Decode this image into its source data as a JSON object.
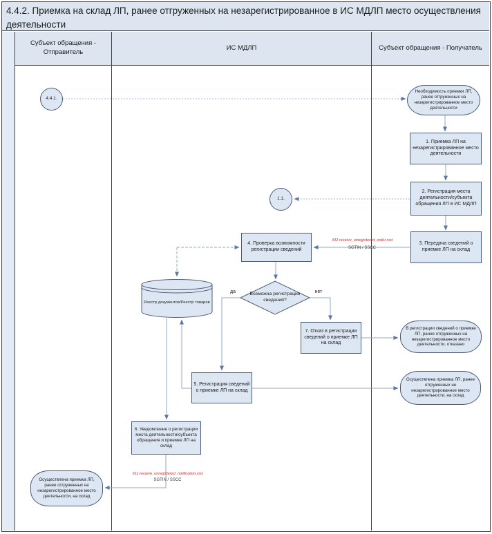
{
  "title": "4.4.2. Приемка на склад ЛП, ранее отгруженных на незарегистрированное в ИС МДЛП место осуществления деятельности",
  "lanes": {
    "sender": "Субъект обращения - Отправитель",
    "system": "ИС МДЛП",
    "receiver": "Субъект обращения - Получатель"
  },
  "nodes": {
    "ref_441": "4.4.1.",
    "ref_11": "1.1.",
    "need_accept": "Необходимость приемки ЛП, ранее отгруженных на незарегистрированное место деятельности",
    "step1": "1. Приемка ЛП на незарегистрированное место деятельности",
    "step2": "2. Регистрация места деятельности/субъекта обращения ЛП в ИС МДЛП",
    "step3": "3. Передача сведений о приемке ЛП на склад",
    "step4": "4. Проверка возможности регистрации сведений",
    "decision": "Возможна регистрация сведений?",
    "decision_yes": "да",
    "decision_no": "нет",
    "step5": "5. Регистрация сведений о приемке ЛП на склад",
    "step6": "6. Уведомление о регистрации места деятельности/субъекта обращения и приемке ЛП на склад",
    "step7": "7. Отказ в регистрации сведений о приемке ЛП на склад",
    "registry": "Реестр документов/Реестр товаров",
    "end_refused": "В регистрации сведений о приемке ЛП, ранее отгруженных на незарегистрированное место деятельности, отказано",
    "end_received_receiver": "Осуществлена приемка ЛП, ранее отгруженных не незарегистрированное место деятельности, на склад",
    "end_received_sender": "Осуществлена приемка ЛП, ранее отгруженных не незарегистрированное место деятельности, на склад"
  },
  "edge_labels": {
    "xsd_442": "442-receive_unregistered_order.xsd",
    "sgtin_442": "SGTIN / SSCC",
    "xsd_611": "611-receive_unregistered_notification.xsd",
    "sgtin_611": "SGTIN / SSCC"
  },
  "colors": {
    "node_fill": "#dde6f3",
    "node_border": "#4d5a75",
    "lane_header_fill": "#dce5f0",
    "pool_strip_fill": "#e3ebf6",
    "connector": "#93a5c2",
    "arrowhead": "#5b76a3",
    "xsd_text": "#c23030",
    "frame_border": "#3f3f3f"
  }
}
